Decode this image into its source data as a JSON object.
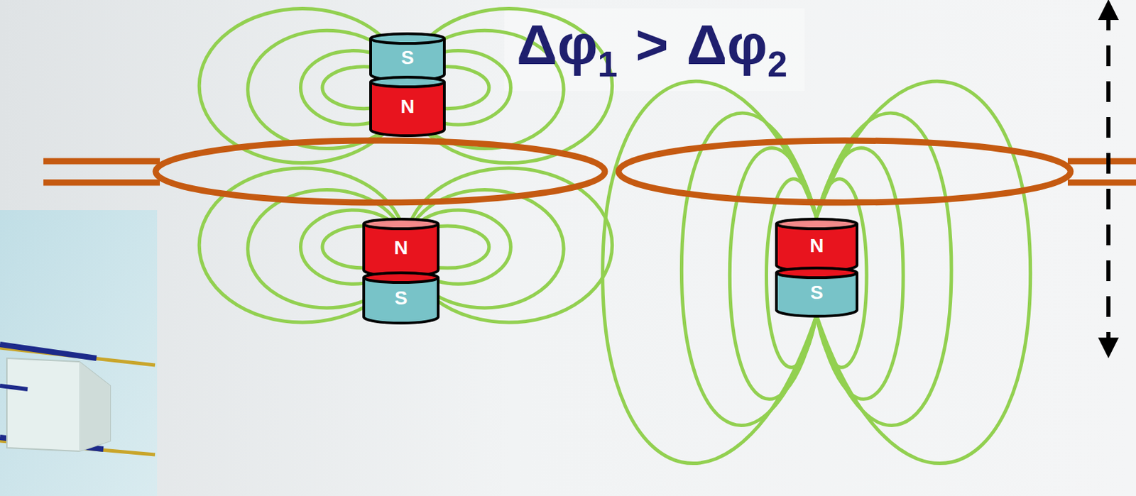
{
  "diagram": {
    "nodes": [
      {
        "text": [
          "S"
        ]
      },
      {
        "text": [
          "N"
        ]
      },
      {
        "text": [
          "N"
        ]
      },
      {
        "text": [
          "S"
        ]
      },
      {
        "text": [
          "N"
        ]
      },
      {
        "text": [
          "S"
        ]
      }
    ],
    "labels": [
      "Δφ",
      "1",
      ">",
      "Δφ",
      "2"
    ]
  }
}
